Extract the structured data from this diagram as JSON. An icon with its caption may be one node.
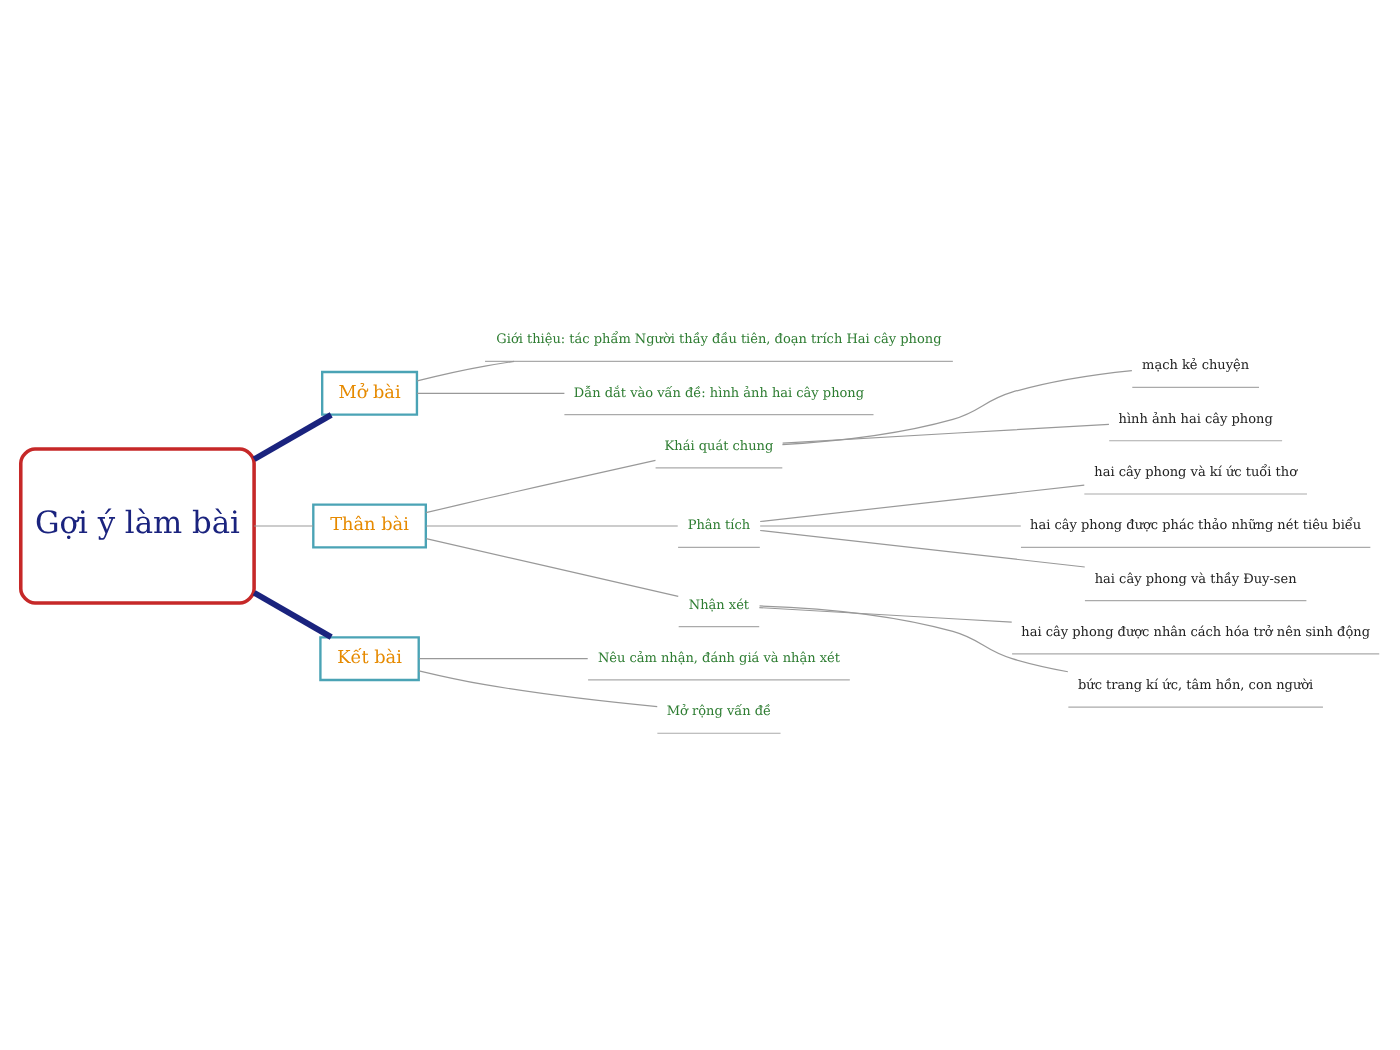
{
  "diagram": {
    "nodes": [
      {
        "text": [
          "Gợi ý làm bài"
        ]
      },
      {
        "text": [
          "Mở bài"
        ]
      },
      {
        "text": [
          "Giới thiệu: tác phẩm Người thầy đầu tiên, đoạn trích Hai cây phong"
        ]
      },
      {
        "text": [
          "Dẫn dắt vào vấn đề: hình ảnh hai cây phong"
        ]
      },
      {
        "text": [
          "Thân bài"
        ]
      },
      {
        "text": [
          "Khái quát chung"
        ]
      },
      {
        "text": [
          "mạch kẻ chuyện"
        ]
      },
      {
        "text": [
          "hình ảnh hai cây phong"
        ]
      },
      {
        "text": [
          "Phân tích"
        ]
      },
      {
        "text": [
          "hai cây phong và kí ức tuổi thơ"
        ]
      },
      {
        "text": [
          "hai cây phong được phác thảo những nét tiêu biểu"
        ]
      },
      {
        "text": [
          "hai cây phong và thầy Đuy-sen"
        ]
      },
      {
        "text": [
          "Nhận xét"
        ]
      },
      {
        "text": [
          "hai cây phong được nhân cách hóa trở nên sinh động"
        ]
      },
      {
        "text": [
          "bức trang kí ức, tâm hồn, con người"
        ]
      },
      {
        "text": [
          "Kết bài"
        ]
      },
      {
        "text": [
          "Nêu cảm nhận, đánh giá và nhận xét"
        ]
      },
      {
        "text": [
          "Mở rộng vấn đề"
        ]
      }
    ],
    "edges": [
      {
        "from": 0,
        "to": 1,
        "arrow": "none",
        "style": "thick",
        "color": "#1a237e"
      },
      {
        "from": 1,
        "to": 2,
        "arrow": "none"
      },
      {
        "from": 1,
        "to": 3,
        "arrow": "none"
      },
      {
        "from": 0,
        "to": 4,
        "arrow": "none"
      },
      {
        "from": 4,
        "to": 5,
        "arrow": "none"
      },
      {
        "from": 5,
        "to": 6,
        "arrow": "none"
      },
      {
        "from": 5,
        "to": 7,
        "arrow": "none"
      },
      {
        "from": 4,
        "to": 8,
        "arrow": "none"
      },
      {
        "from": 8,
        "to": 9,
        "arrow": "none"
      },
      {
        "from": 8,
        "to": 10,
        "arrow": "none"
      },
      {
        "from": 8,
        "to": 11,
        "arrow": "none"
      },
      {
        "from": 4,
        "to": 12,
        "arrow": "none"
      },
      {
        "from": 12,
        "to": 13,
        "arrow": "none"
      },
      {
        "from": 12,
        "to": 14,
        "arrow": "none"
      },
      {
        "from": 0,
        "to": 15,
        "arrow": "none",
        "style": "thick",
        "color": "#1a237e"
      },
      {
        "from": 15,
        "to": 16,
        "arrow": "none"
      },
      {
        "from": 15,
        "to": 17,
        "arrow": "none"
      }
    ]
  }
}
